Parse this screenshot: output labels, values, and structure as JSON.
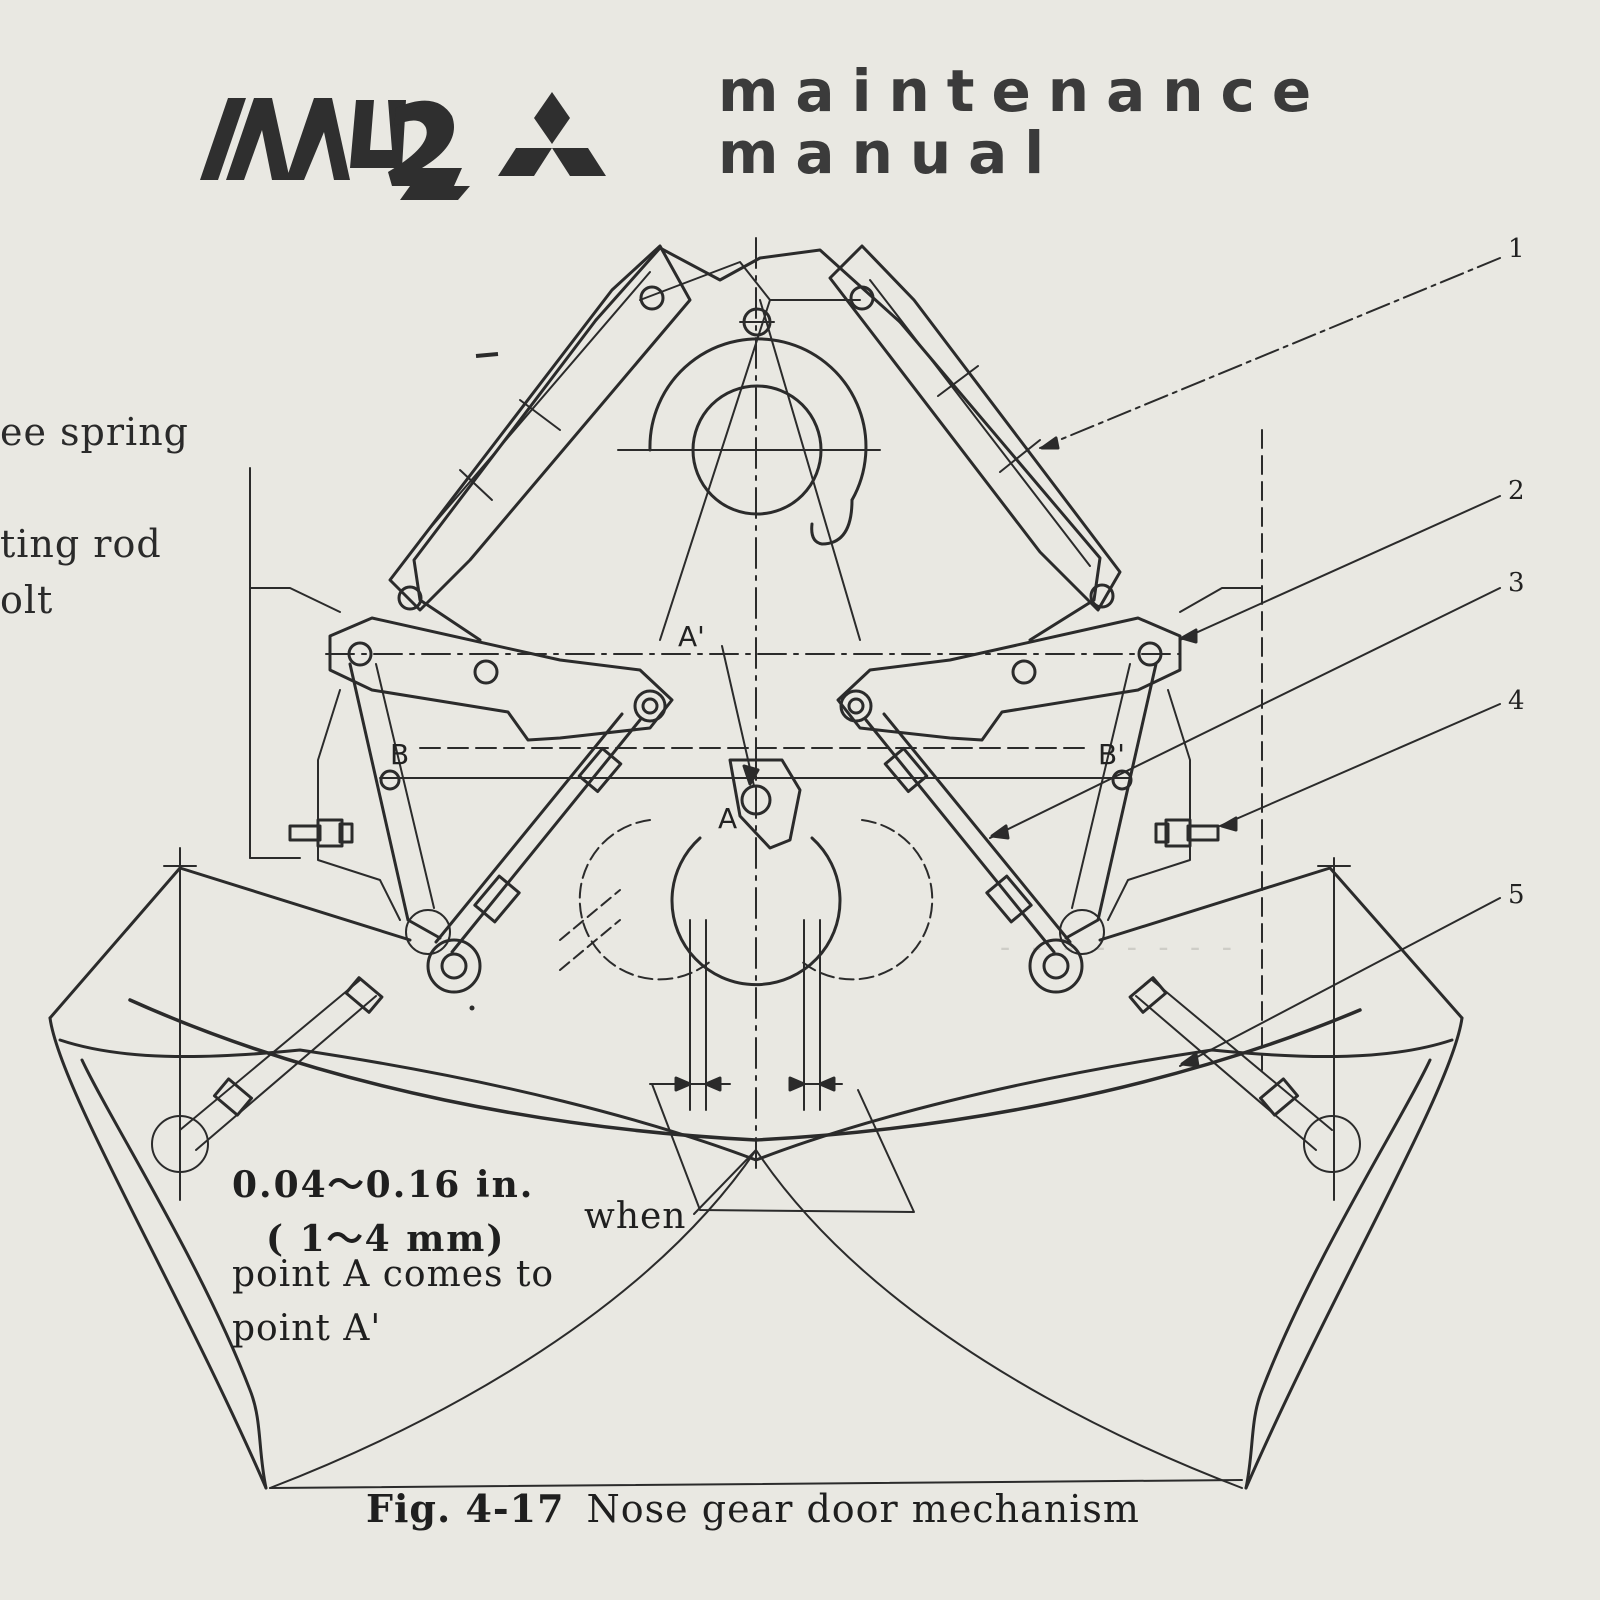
{
  "header": {
    "title_line1": "maintenance",
    "title_line2": "manual"
  },
  "left_margin_text": [
    "ee spring",
    "ting rod",
    "olt"
  ],
  "callouts": [
    "1",
    "2",
    "3",
    "4",
    "5"
  ],
  "point_labels": {
    "a_prime": "A'",
    "a": "A",
    "b": "B",
    "b_prime": "B'"
  },
  "clearance_note": {
    "line1": "0.04～0.16 in.",
    "line2": "( 1～4 mm)",
    "when": "when",
    "line3": "point A comes to",
    "line4": "point A'"
  },
  "caption": {
    "fig_number": "Fig. 4-17",
    "fig_title": "Nose gear door mechanism"
  },
  "logos": [
    "MU-2 logo",
    "Mitsubishi three-diamond logo"
  ]
}
